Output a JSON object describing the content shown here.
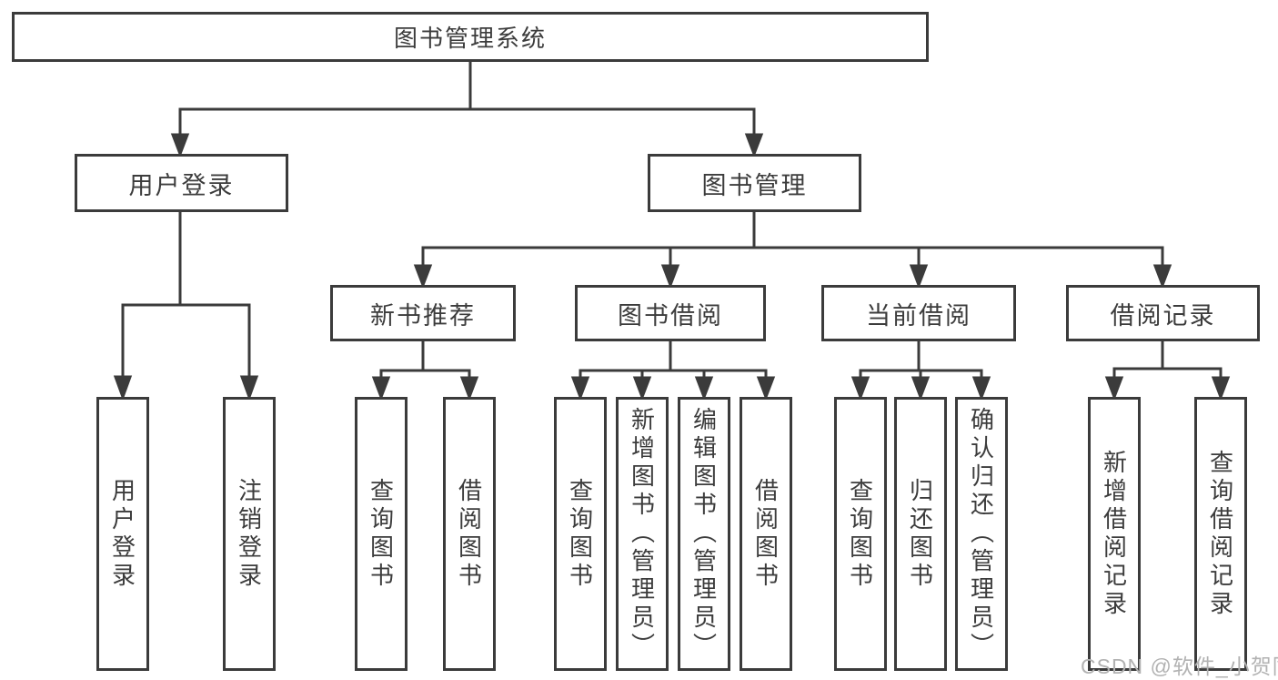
{
  "diagram": {
    "title": "图书管理系统",
    "root": {
      "label": "图书管理系统"
    },
    "level2": [
      {
        "label": "用户登录"
      },
      {
        "label": "图书管理"
      }
    ],
    "level3": [
      {
        "label": "新书推荐"
      },
      {
        "label": "图书借阅"
      },
      {
        "label": "当前借阅"
      },
      {
        "label": "借阅记录"
      }
    ],
    "leaves": {
      "user_login": [
        {
          "label": "用户登录"
        },
        {
          "label": "注销登录"
        }
      ],
      "recommend": [
        {
          "label": "查询图书"
        },
        {
          "label": "借阅图书"
        }
      ],
      "borrow": [
        {
          "label": "查询图书"
        },
        {
          "label": "新增图书（管理员）"
        },
        {
          "label": "编辑图书（管理员）"
        },
        {
          "label": "借阅图书"
        }
      ],
      "current": [
        {
          "label": "查询图书"
        },
        {
          "label": "归还图书"
        },
        {
          "label": "确认归还（管理员）"
        }
      ],
      "records": [
        {
          "label": "新增借阅记录"
        },
        {
          "label": "查询借阅记录"
        }
      ]
    }
  },
  "watermark": {
    "text": "CSDN @软件_小贺同学"
  },
  "colors": {
    "line": "#3b3b3b",
    "box_border": "#3b3b3b",
    "text": "#3c3c3c",
    "watermark": "#b2b2b2",
    "background": "#ffffff"
  }
}
